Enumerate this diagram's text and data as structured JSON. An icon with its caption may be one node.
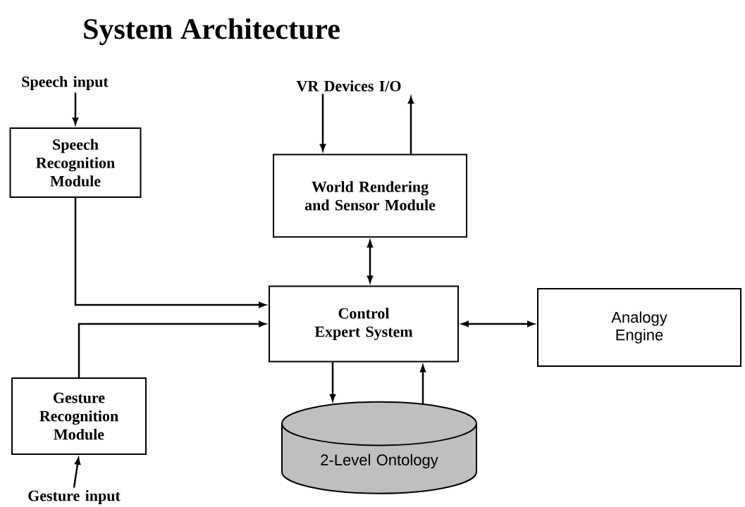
{
  "diagram": {
    "title": "System Architecture",
    "nodes": [
      {
        "text": [
          "Speech input"
        ]
      },
      {
        "text": [
          "Speech Recognition Module"
        ]
      },
      {
        "text": [
          "VR Devices I/O"
        ]
      },
      {
        "text": [
          "World Rendering and Sensor Module"
        ]
      },
      {
        "text": [
          "Control Expert System"
        ]
      },
      {
        "text": [
          "Analogy Engine"
        ]
      },
      {
        "text": [
          "Gesture Recognition Module"
        ]
      },
      {
        "text": [
          "Gesture input"
        ]
      },
      {
        "text": [
          "2-Level Ontology"
        ]
      }
    ],
    "edges": [
      {
        "from": 0,
        "to": 1,
        "arrow": "to"
      },
      {
        "from": 2,
        "to": 3,
        "arrow": "to"
      },
      {
        "from": 3,
        "to": 2,
        "arrow": "to"
      },
      {
        "from": 3,
        "to": 4,
        "arrow": "both"
      },
      {
        "from": 1,
        "to": 4,
        "arrow": "to"
      },
      {
        "from": 6,
        "to": 4,
        "arrow": "to"
      },
      {
        "from": 4,
        "to": 5,
        "arrow": "both"
      },
      {
        "from": 4,
        "to": 8,
        "arrow": "to"
      },
      {
        "from": 8,
        "to": 4,
        "arrow": "to"
      },
      {
        "from": 7,
        "to": 6,
        "arrow": "to"
      }
    ]
  }
}
